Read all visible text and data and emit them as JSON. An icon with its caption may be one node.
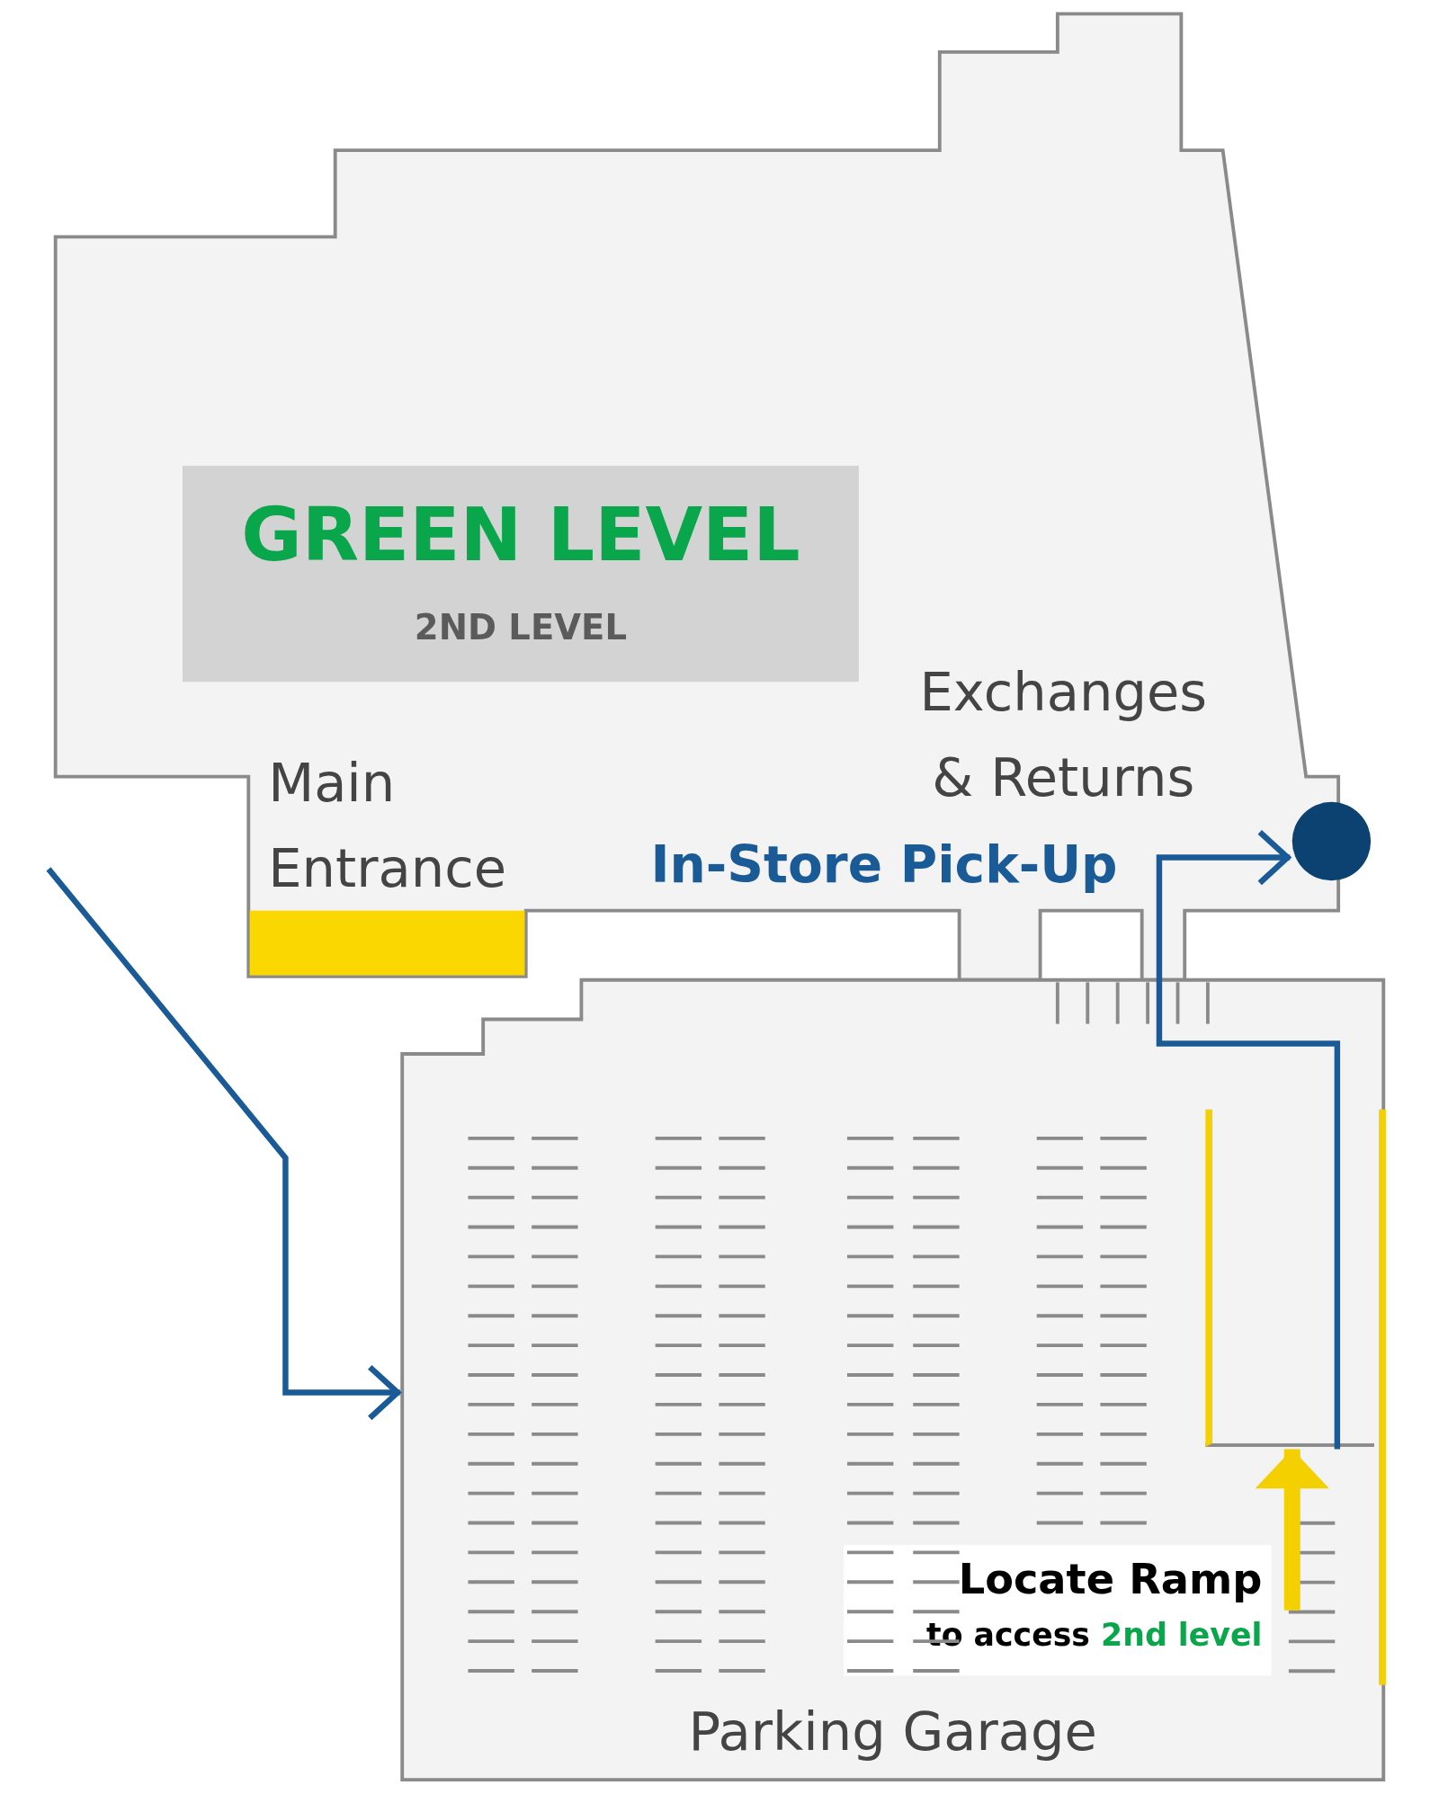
{
  "diagram": {
    "nodes": [
      {
        "text": [],
        "shape": "box"
      },
      {
        "text": [
          "GREEN LEVEL",
          "2ND LEVEL"
        ],
        "in": 0
      },
      {
        "text": [],
        "shape": "circle",
        "in": 0
      },
      {
        "text": [
          "Parking Garage"
        ]
      },
      {
        "text": [
          "Locate Ramp",
          "to access",
          "2nd level"
        ],
        "in": 3
      },
      {
        "text": [],
        "shape": "box",
        "in": 3
      },
      {
        "text": [
          "Main Entrance"
        ],
        "in": 0
      }
    ],
    "edges": [
      {
        "from": null,
        "to": 3,
        "arrow": "to"
      },
      {
        "from": 5,
        "to": 2,
        "arrow": "to"
      },
      {
        "from": 4,
        "to": 5,
        "arrow": "to",
        "style": "thick",
        "color": "#f5d000"
      }
    ],
    "labels": [
      "Exchanges & Returns",
      "In-Store Pick-Up"
    ]
  }
}
